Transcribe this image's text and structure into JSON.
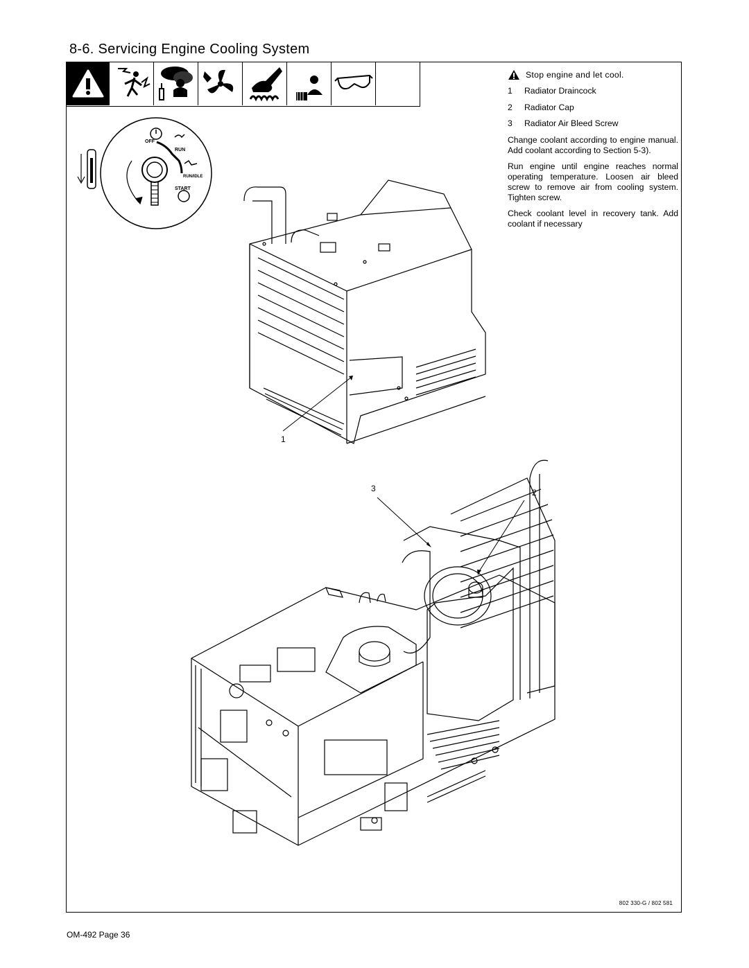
{
  "title": "8-6. Servicing Engine Cooling System",
  "icons": [
    "warning-triangle-icon",
    "electric-shock-icon",
    "exhaust-fumes-icon",
    "moving-fan-icon",
    "hot-parts-icon",
    "battery-explosion-icon",
    "safety-glasses-icon"
  ],
  "switch_labels": {
    "off": "OFF",
    "run": "RUN",
    "run_idle": "RUN/IDLE",
    "start": "START"
  },
  "instructions": {
    "warning": "Stop engine and let cool.",
    "items": [
      {
        "num": "1",
        "label": "Radiator Draincock"
      },
      {
        "num": "2",
        "label": "Radiator Cap"
      },
      {
        "num": "3",
        "label": "Radiator Air Bleed Screw"
      }
    ],
    "paragraphs": [
      "Change coolant according to engine manual. Add coolant according to Section 5-3).",
      "Run engine until engine reaches normal operating temperature. Loosen air bleed screw to remove air from cooling system. Tighten screw.",
      "Check coolant level in recovery tank. Add coolant if necessary"
    ]
  },
  "callouts": {
    "c1": "1",
    "c2": "2",
    "c3": "3"
  },
  "part_number": "802 330-G / 802 581",
  "footer": "OM-492 Page 36"
}
